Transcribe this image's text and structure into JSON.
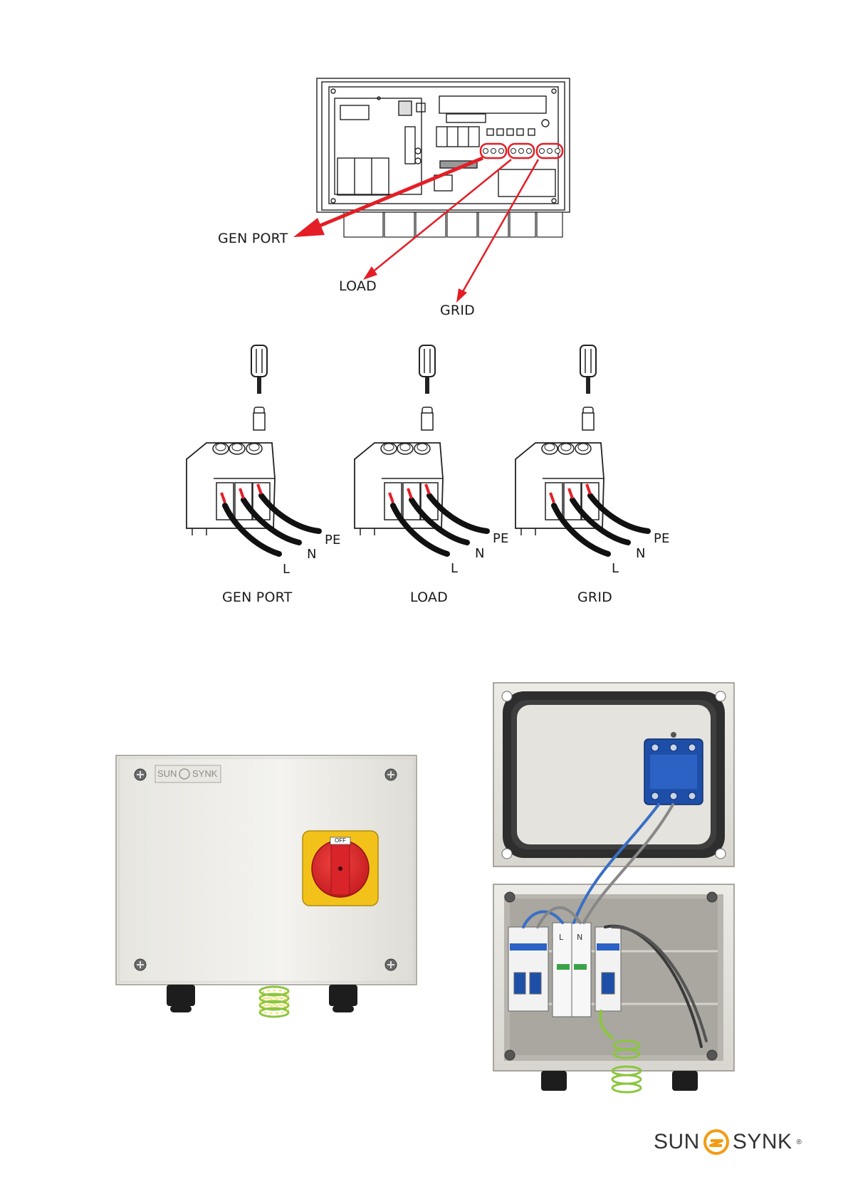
{
  "overview": {
    "callouts": [
      {
        "id": "gen",
        "label": "GEN PORT"
      },
      {
        "id": "load",
        "label": "LOAD"
      },
      {
        "id": "grid",
        "label": "GRID"
      }
    ]
  },
  "terminals": [
    {
      "caption": "GEN PORT",
      "wires": {
        "pe": "PE",
        "n": "N",
        "l": "L"
      }
    },
    {
      "caption": "LOAD",
      "wires": {
        "pe": "PE",
        "n": "N",
        "l": "L"
      }
    },
    {
      "caption": "GRID",
      "wires": {
        "pe": "PE",
        "n": "N",
        "l": "L"
      }
    }
  ],
  "isolator": {
    "switch_label": "OFF",
    "plate_brand_left": "SUN",
    "plate_brand_right": "SYNK"
  },
  "open_box": {
    "breaker_marks": {
      "l": "L",
      "n": "N"
    }
  },
  "footer": {
    "brand_left": "SUN",
    "brand_right": "SYNK",
    "reg_mark": "®"
  },
  "colors": {
    "arrow_red": "#e41e26",
    "switch_red": "#e3262b",
    "switch_yellow": "#f2c21b",
    "wire_blue": "#3a6fc4",
    "earth_green": "#8cc63f",
    "brand_orange": "#f39c12"
  }
}
